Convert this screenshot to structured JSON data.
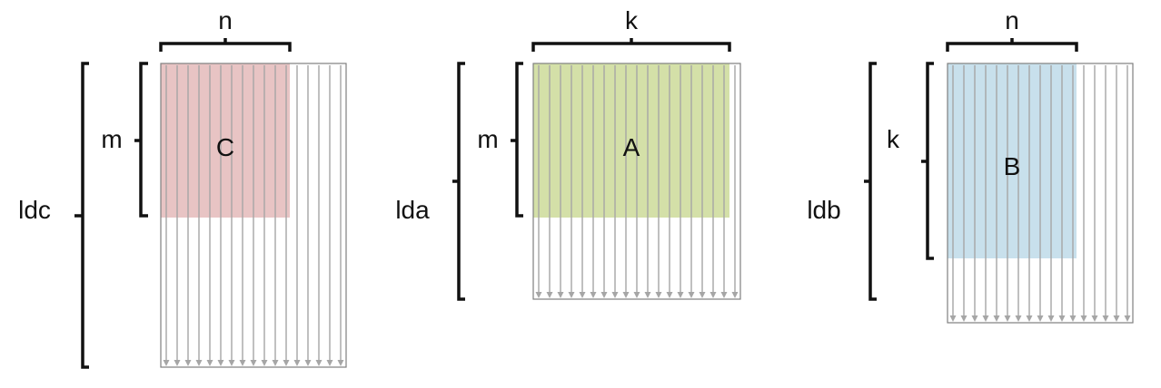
{
  "matrices": [
    {
      "id": "C",
      "label": "C",
      "top_label": "n",
      "row_label": "m",
      "lead_label": "ldc",
      "fill": "#e8c4c4",
      "total_columns": 17,
      "filled_columns": 12,
      "filled_row_fraction": 0.505
    },
    {
      "id": "A",
      "label": "A",
      "top_label": "k",
      "row_label": "m",
      "lead_label": "lda",
      "fill": "#d4e0a8",
      "total_columns": 19,
      "filled_columns": 18,
      "filled_row_fraction": 0.655
    },
    {
      "id": "B",
      "label": "B",
      "top_label": "n",
      "row_label": "k",
      "lead_label": "ldb",
      "fill": "#c8e0ec",
      "total_columns": 17,
      "filled_columns": 12,
      "filled_row_fraction": 0.74
    }
  ],
  "colors": {
    "arrow": "#a6a6a6",
    "border": "#7f7f7f",
    "bracket": "#111111"
  }
}
